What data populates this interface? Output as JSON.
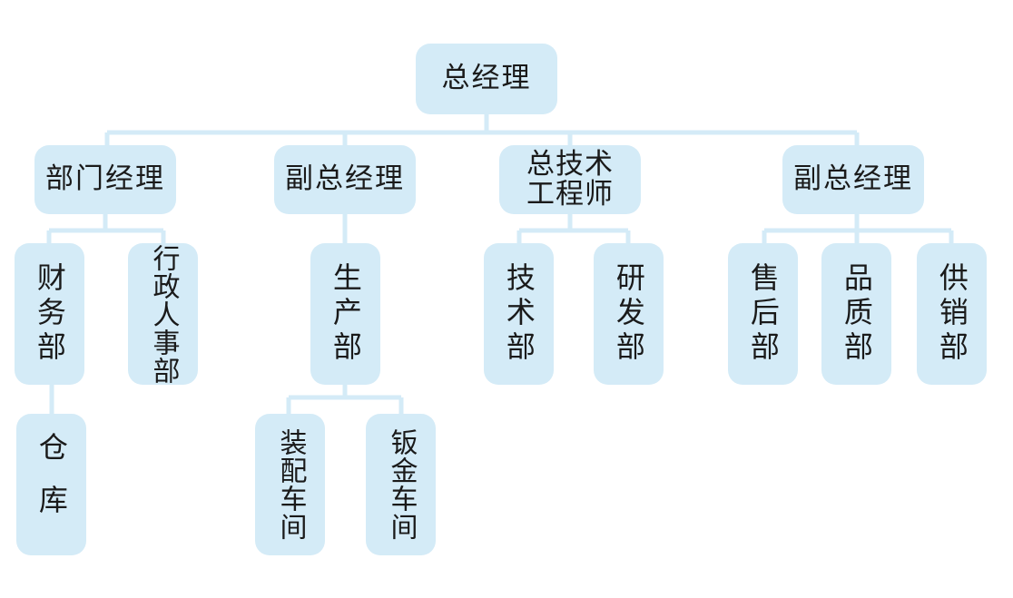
{
  "diagram": {
    "root": "总经理",
    "level2": [
      {
        "label": "部门经理"
      },
      {
        "label": "副总经理"
      },
      {
        "label_line1": "总技术",
        "label_line2": "工程师"
      },
      {
        "label": "副总经理"
      }
    ],
    "level3": [
      {
        "label": "财务部"
      },
      {
        "label": "行政人事部"
      },
      {
        "label": "生产部"
      },
      {
        "label": "技术部"
      },
      {
        "label": "研发部"
      },
      {
        "label": "售后部"
      },
      {
        "label": "品质部"
      },
      {
        "label": "供销部"
      }
    ],
    "level4": [
      {
        "label": "仓库"
      },
      {
        "label": "装配车间"
      },
      {
        "label": "钣金车间"
      }
    ]
  },
  "colors": {
    "node_fill": "#d4ebf7",
    "connector": "#d4ebf7",
    "text": "#1a1a1a"
  }
}
